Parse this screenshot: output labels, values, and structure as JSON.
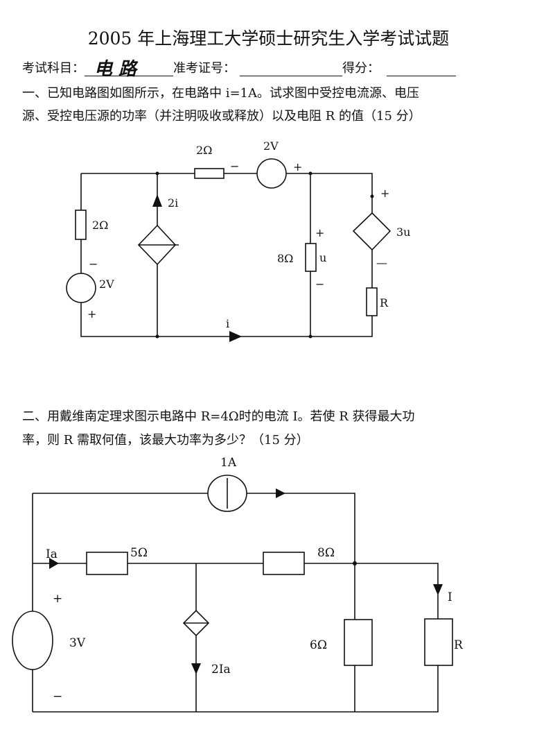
{
  "header": {
    "title": "2005 年上海理工大学硕士研究生入学考试试题",
    "subject_label": "考试科目：",
    "subject_value": "电 路",
    "exam_no_label": "准考证号：",
    "score_label": "得分："
  },
  "q1": {
    "text_line1": "一、已知电路图如图所示，在电路中 i=1A。试求图中受控电流源、电压",
    "text_line2": "源、受控电压源的功率（并注明吸收或释放）以及电阻 R 的值（15 分）",
    "labels": {
      "r_top": "2Ω",
      "v_top": "2V",
      "v_top_minus": "−",
      "v_top_plus": "+",
      "r_left": "2Ω",
      "v_left": "2V",
      "v_left_minus": "−",
      "v_left_plus": "+",
      "dep_current": "2i",
      "r_mid": "8Ω",
      "u": "u",
      "u_plus": "+",
      "u_minus": "−",
      "dep_voltage": "3u",
      "dv_plus": "+",
      "dv_minus": "—",
      "r_right": "R",
      "i": "i"
    }
  },
  "q2": {
    "text_line1": "二、用戴维南定理求图示电路中 R=4Ω时的电流 I。若使 R 获得最大功",
    "text_line2": "率，则 R 需取何值，该最大功率为多少？（15 分）",
    "labels": {
      "cs": "1A",
      "ia": "Ia",
      "r5": "5Ω",
      "r8": "8Ω",
      "plus": "+",
      "minus": "−",
      "vs": "3V",
      "dep": "2Ia",
      "r6": "6Ω",
      "i": "I",
      "r": "R"
    }
  }
}
